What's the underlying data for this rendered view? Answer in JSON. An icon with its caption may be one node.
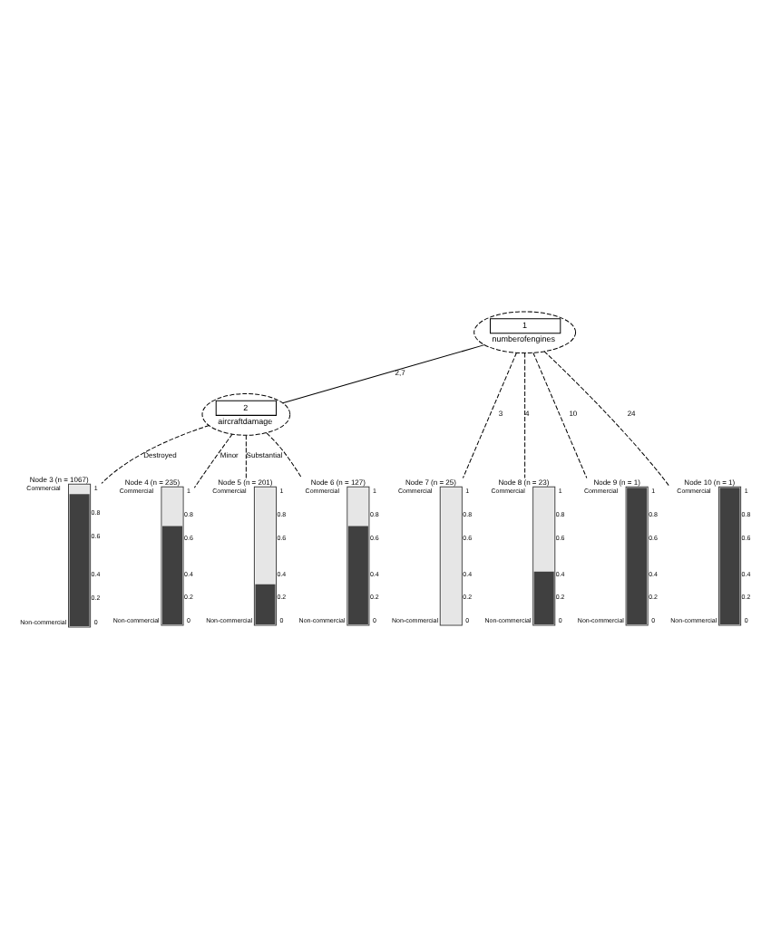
{
  "diagram": {
    "nodes": [
      {
        "text": [
          "1",
          "numberofengines"
        ]
      },
      {
        "text": [
          "2",
          "aircraftdamage"
        ]
      },
      {
        "text": [
          "Node 3 (n = 1067)",
          "Commercial",
          "Non-commercial",
          "1",
          "0.8",
          "0.6",
          "0.4",
          "0.2",
          "0"
        ]
      },
      {
        "text": [
          "Node 4 (n = 235)",
          "Commercial",
          "Non-commercial",
          "1",
          "0.8",
          "0.6",
          "0.4",
          "0.2",
          "0"
        ]
      },
      {
        "text": [
          "Node 5 (n = 201)",
          "Commercial",
          "Non-commercial",
          "1",
          "0.8",
          "0.6",
          "0.4",
          "0.2",
          "0"
        ]
      },
      {
        "text": [
          "Node 6 (n = 127)",
          "Commercial",
          "Non-commercial",
          "1",
          "0.8",
          "0.6",
          "0.4",
          "0.2",
          "0"
        ]
      },
      {
        "text": [
          "Node 7 (n = 25)",
          "Commercial",
          "Non-commercial",
          "1",
          "0.8",
          "0.6",
          "0.4",
          "0.2",
          "0"
        ]
      },
      {
        "text": [
          "Node 8 (n = 23)",
          "Commercial",
          "Non-commercial",
          "1",
          "0.8",
          "0.6",
          "0.4",
          "0.2",
          "0"
        ]
      },
      {
        "text": [
          "Node 9 (n = 1)",
          "Commercial",
          "Non-commercial",
          "1",
          "0.8",
          "0.6",
          "0.4",
          "0.2",
          "0"
        ]
      },
      {
        "text": [
          "Node 10 (n = 1)",
          "Commercial",
          "Non-commercial",
          "1",
          "0.8",
          "0.6",
          "0.4",
          "0.2",
          "0"
        ]
      }
    ],
    "edges": [
      {
        "from": 0,
        "to": 1,
        "arrow": "none",
        "label": "2,7"
      },
      {
        "from": 1,
        "to": 2,
        "arrow": "none",
        "label": "Destroyed",
        "style": "dashed"
      },
      {
        "from": 1,
        "to": 3,
        "arrow": "none",
        "label": "Minor",
        "style": "dashed"
      },
      {
        "from": 1,
        "to": 4,
        "arrow": "none",
        "label": "Substantial",
        "style": "dashed"
      },
      {
        "from": 1,
        "to": 5,
        "arrow": "none",
        "style": "dashed"
      },
      {
        "from": 0,
        "to": 6,
        "arrow": "none",
        "label": "3",
        "style": "dashed"
      },
      {
        "from": 0,
        "to": 7,
        "arrow": "none",
        "label": "4",
        "style": "dashed"
      },
      {
        "from": 0,
        "to": 8,
        "arrow": "none",
        "label": "10",
        "style": "dashed"
      },
      {
        "from": 0,
        "to": 9,
        "arrow": "none",
        "label": "24",
        "style": "dashed"
      }
    ]
  }
}
